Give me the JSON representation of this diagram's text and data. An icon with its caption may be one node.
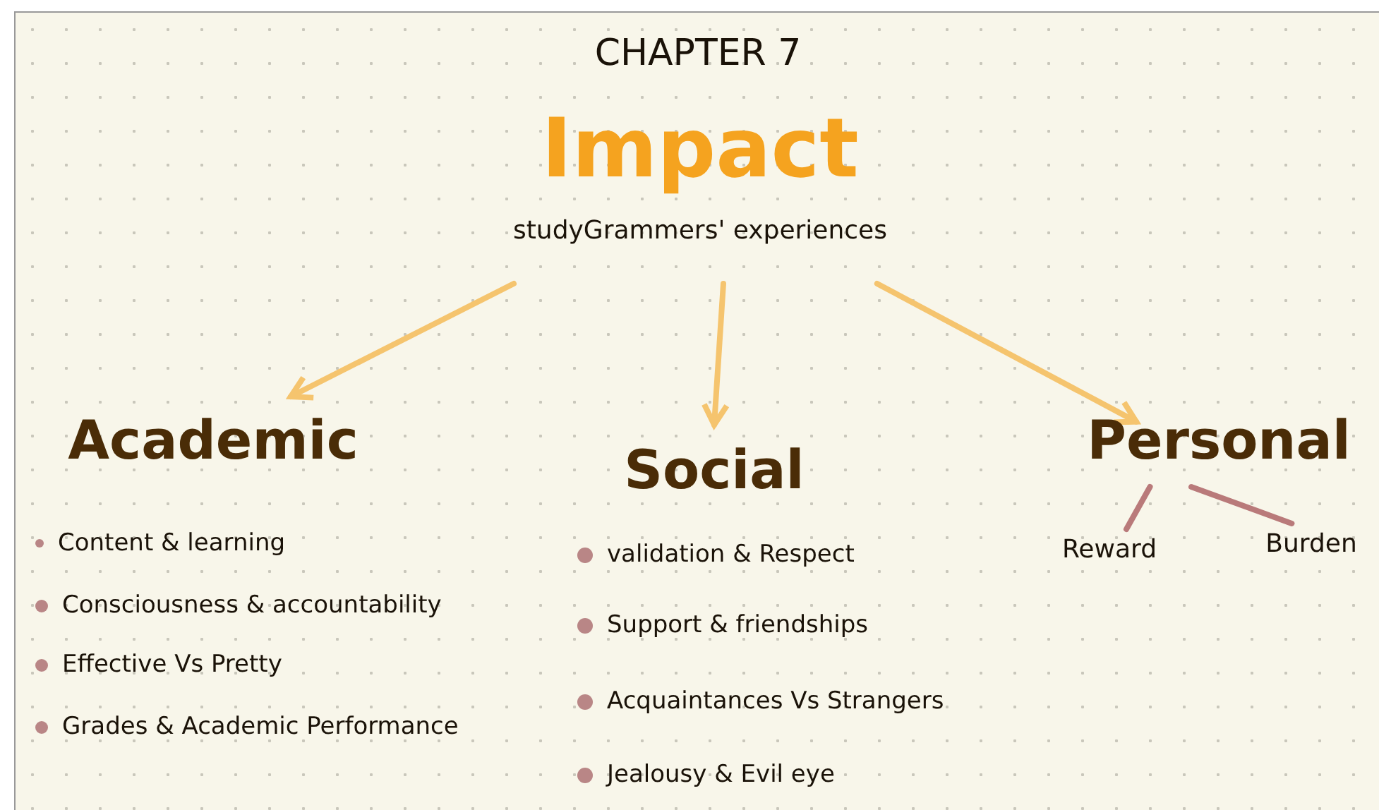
{
  "diagram": {
    "title": "CHAPTER 7",
    "nodes": [
      {
        "text": [
          "Impact",
          "studyGrammers' experiences"
        ]
      },
      {
        "text": [
          "Academic"
        ]
      },
      {
        "text": [
          "Social"
        ]
      },
      {
        "text": [
          "Personal"
        ]
      },
      {
        "text": [
          "Reward"
        ]
      },
      {
        "text": [
          "Burden"
        ]
      }
    ],
    "edges": [
      {
        "from": 0,
        "to": 1,
        "arrow": "to"
      },
      {
        "from": 0,
        "to": 2,
        "arrow": "to"
      },
      {
        "from": 0,
        "to": 3,
        "arrow": "to"
      },
      {
        "from": 3,
        "to": 4,
        "arrow": "none",
        "color": "#b97a7a"
      },
      {
        "from": 3,
        "to": 5,
        "arrow": "none",
        "color": "#b97a7a"
      }
    ],
    "labels": [
      "Content & learning",
      "Consciousness & accountability",
      "Effective Vs Pretty",
      "Grades & Academic Performance",
      "validation & Respect",
      "Support & friendships",
      "Acquaintances Vs Strangers",
      "Jealousy & Evil eye"
    ]
  }
}
